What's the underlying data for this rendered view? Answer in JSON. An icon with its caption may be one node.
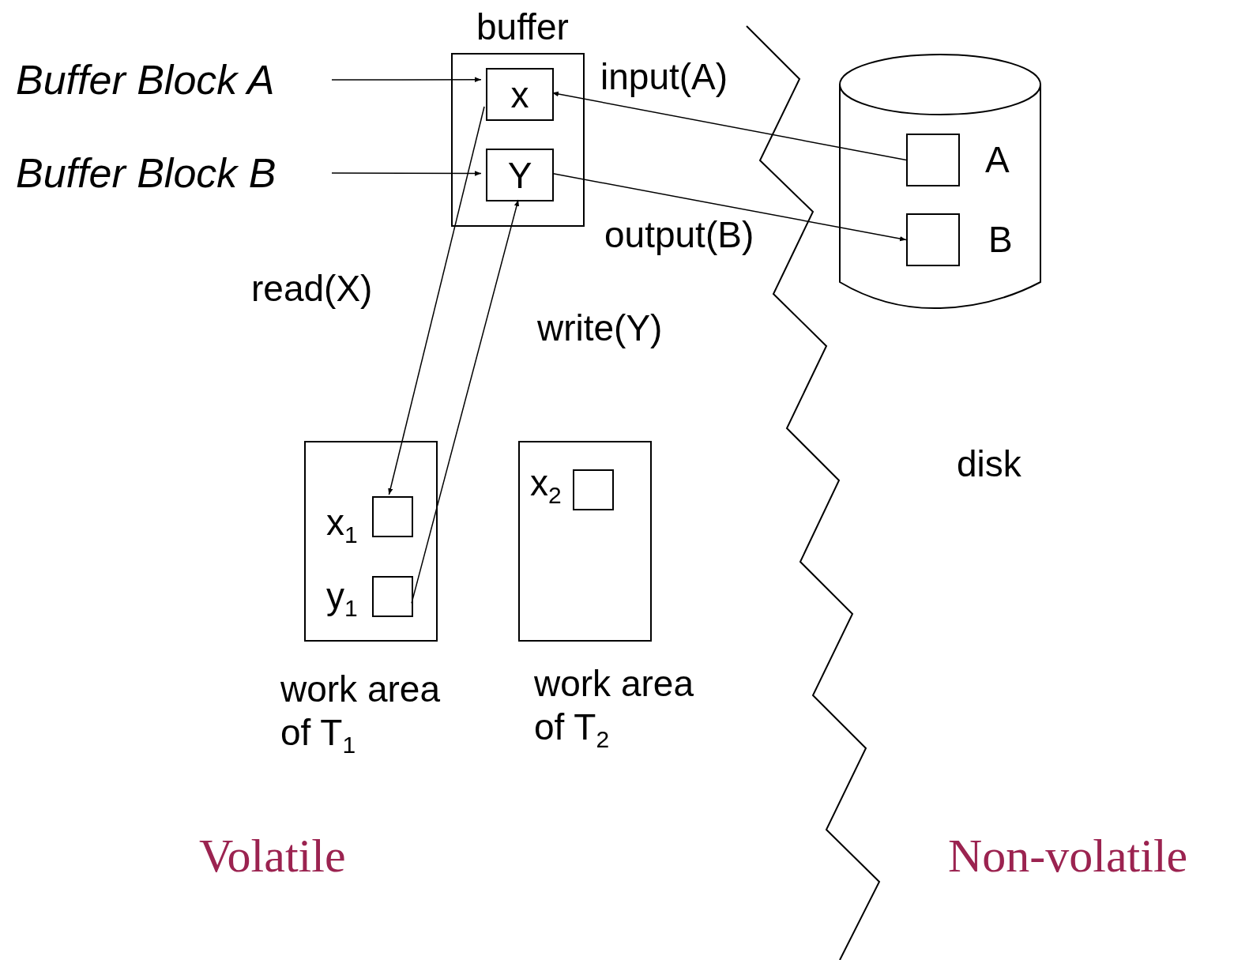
{
  "diagram": {
    "nodes": [
      {
        "text": [
          "buffer"
        ]
      },
      {
        "text": [
          "x"
        ],
        "in": 0
      },
      {
        "text": [
          "Y"
        ],
        "in": 0
      },
      {
        "text": [
          "Buffer Block A"
        ]
      },
      {
        "text": [
          "Buffer Block B"
        ]
      },
      {
        "text": [],
        "shape": "cylinder"
      },
      {
        "text": [],
        "shape": "box",
        "beside": [
          "A"
        ],
        "in": 5
      },
      {
        "text": [],
        "shape": "box",
        "beside": [
          "B"
        ],
        "in": 5
      },
      {
        "text": [
          "work area of T$_{1}$"
        ]
      },
      {
        "text": [],
        "shape": "box",
        "beside": [
          "x$_{1}$"
        ],
        "in": 8
      },
      {
        "text": [],
        "shape": "box",
        "beside": [
          "y$_{1}$"
        ],
        "in": 8
      },
      {
        "text": [
          "work area of T$_{2}$"
        ]
      },
      {
        "text": [],
        "shape": "box",
        "beside": [
          "x$_{2}$"
        ],
        "in": 11
      }
    ],
    "edges": [
      {
        "from": 3,
        "to": 1,
        "arrow": "to"
      },
      {
        "from": 4,
        "to": 2,
        "arrow": "to"
      },
      {
        "from": 6,
        "to": 1,
        "arrow": "to",
        "label": "input(A)"
      },
      {
        "from": 2,
        "to": 7,
        "arrow": "to",
        "label": "output(B)"
      },
      {
        "from": 1,
        "to": 9,
        "arrow": "to",
        "label": "read(X)"
      },
      {
        "from": 10,
        "to": 2,
        "arrow": "to",
        "label": "write(Y)"
      }
    ],
    "labels": [
      "disk",
      "Volatile",
      "Non-volatile"
    ]
  }
}
